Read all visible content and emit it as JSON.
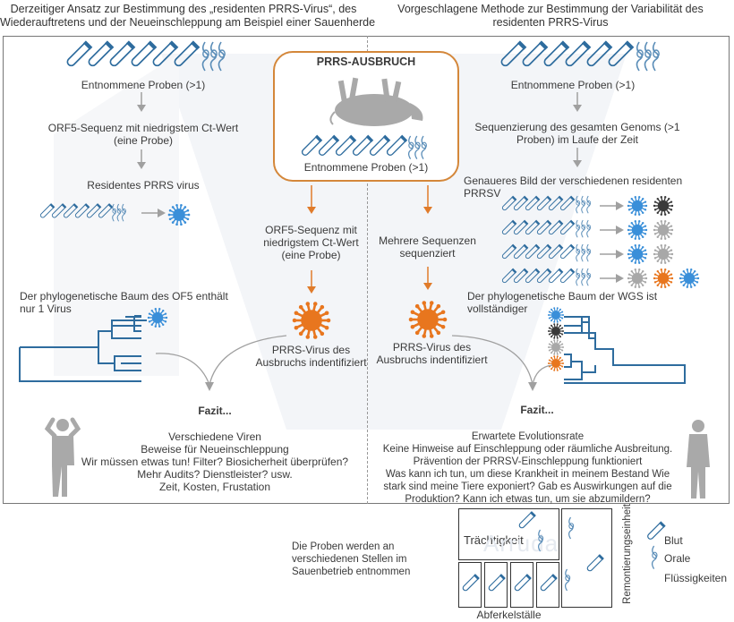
{
  "left_header": {
    "line1": "Derzeitiger Ansatz zur Bestimmung des „residenten PRRS-Virus“, des",
    "line2": "Wiederauftretens und der Neueinschleppung am Beispiel einer Sauenherde"
  },
  "right_header": {
    "line1": "Vorgeschlagene Methode zur Bestimmung der Variabilität des",
    "line2": "residenten PRRS-Virus"
  },
  "left": {
    "samples_label": "Entnommene Proben (>1)",
    "orf5_line1": "ORF5-Sequenz mit niedrigstem Ct-Wert",
    "orf5_line2": "(eine Probe)",
    "resident_label": "Residentes PRRS virus",
    "tree_line1": "Der phylogenetische Baum des OF5 enthält",
    "tree_line2": "nur 1 Virus",
    "conclusion_title": "Fazit...",
    "conclusion_lines": [
      "Verschiedene Viren",
      "Beweise für Neueinschleppung",
      "Wir müssen etwas tun! Filter? Biosicherheit überprüfen?",
      "Mehr Audits? Dienstleister? usw.",
      "Zeit, Kosten, Frustation"
    ]
  },
  "center": {
    "outbreak_title": "PRRS-AUSBRUCH",
    "samples_label": "Entnommene Proben (>1)",
    "left_branch": {
      "line1": "ORF5-Sequenz mit",
      "line2": "niedrigstem Ct-Wert",
      "line3": "(eine Probe)",
      "virus_line1": "PRRS-Virus des",
      "virus_line2": "Ausbruchs indentifiziert"
    },
    "right_branch": {
      "line1": "Mehrere Sequenzen",
      "line2": "sequenziert",
      "virus_line1": "PRRS-Virus des",
      "virus_line2": "Ausbruchs indentifiziert"
    }
  },
  "right": {
    "samples_label": "Entnommene Proben (>1)",
    "wgs_line1": "Sequenzierung des gesamten Genoms (>1",
    "wgs_line2": "Proben) im Laufe der Zeit",
    "picture_line1": "Genaueres Bild der verschiedenen residenten",
    "picture_line2": "PRRSV",
    "rows": [
      {
        "viruses": [
          "blue",
          "dark"
        ]
      },
      {
        "viruses": [
          "blue",
          "gray"
        ]
      },
      {
        "viruses": [
          "blue",
          "gray"
        ]
      },
      {
        "viruses": [
          "gray",
          "orange",
          "blue"
        ]
      }
    ],
    "tree_line1": "Der phylogenetische Baum der WGS ist",
    "tree_line2": "vollständiger",
    "tree_leaves": [
      "blue",
      "dark",
      "gray",
      "orange"
    ],
    "conclusion_title": "Fazit...",
    "conclusion_lines": [
      "Erwartete Evolutionsrate",
      "Keine Hinweise auf Einschleppung oder räumliche Ausbreitung.",
      "Prävention der PRRSV-Einschleppung funktioniert",
      "Was kann ich tun, um diese Krankheit in meinem Bestand Wie",
      "stark sind meine Tiere exponiert? Gab es Auswirkungen auf die",
      "Produktion? Kann ich etwas tun, um sie abzumildern?"
    ]
  },
  "farm": {
    "description_lines": [
      "Die Proben werden an",
      "verschiedenen Stellen im",
      "Sauenbetrieb entnommen"
    ],
    "gestation_label": "Trächtigkeit",
    "farrowing_label": "Abferkelställe",
    "replacement_label": "Remontierungseinheit",
    "watermark": "Arruda"
  },
  "legend": {
    "blood": "Blut",
    "oral_line1": "Orale",
    "oral_line2": "Flüssigkeiten"
  },
  "colors": {
    "blue": "#3a8fd9",
    "dark": "#3a3a3a",
    "gray": "#a8a8a8",
    "orange": "#e8761e",
    "tube": "#2e6c9e",
    "outbreak_border": "#d4873a",
    "arrow_gray": "#a0a0a0",
    "arrow_orange": "#e07b2a"
  }
}
